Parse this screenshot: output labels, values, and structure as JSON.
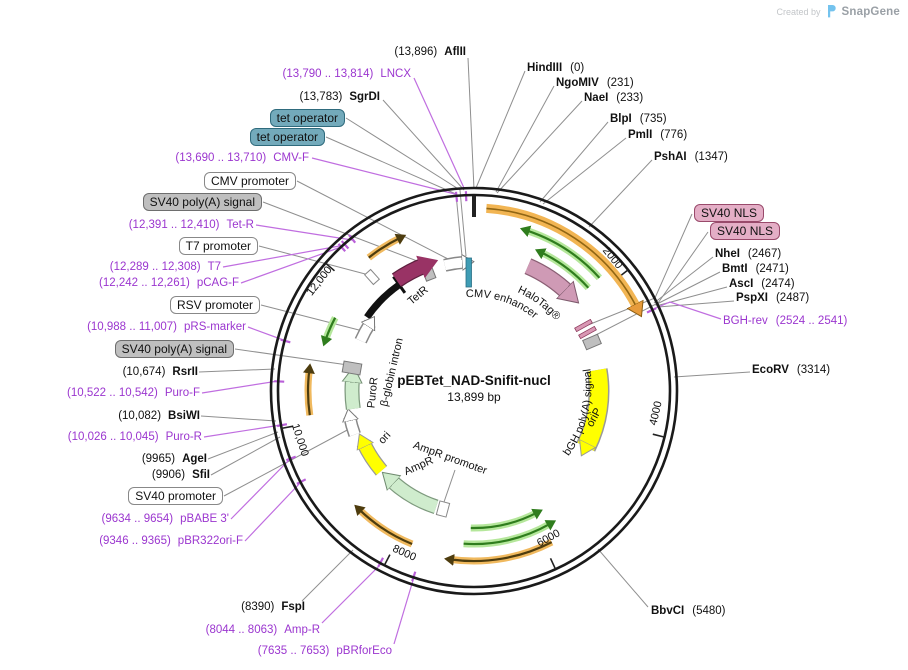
{
  "watermark": {
    "created_by": "Created by",
    "brand": "SnapGene"
  },
  "plasmid": {
    "name": "pEBTet_NAD-Snifit-nucl",
    "size": "13,899 bp"
  },
  "ticks": [
    "2000",
    "4000",
    "6000",
    "8000",
    "10,000",
    "12,000"
  ],
  "features": {
    "tetr": "TetR",
    "cmv_enhancer": "CMV enhancer",
    "halotag": "HaloTag®",
    "bgh_polya": "bGH poly(A) signal",
    "orip": "oriP",
    "beta_globin_intron": "β-globin intron",
    "puror": "PuroR",
    "ori": "ori",
    "ampr": "AmpR",
    "ampr_promoter": "AmpR promoter"
  },
  "colors": {
    "primer_text": "#9B36CF",
    "enzyme_text": "#111111",
    "tet_operator_box": "#73AABB",
    "sv40_nls_box": "#E4AEC6",
    "gray_feature_box": "#BFBFBF",
    "tetr_arrow": "#993365",
    "halotag_arrow": "#CF9AB5",
    "cds_orange": "#F2B553",
    "ori_yellow": "#FFFF00",
    "amp_green": "#CFECCD",
    "watermark_blue": "#74C3EE"
  },
  "labels": [
    {
      "pos": "(13,896)",
      "name": "AflII"
    },
    {
      "pos": "(13,790 .. 13,814)",
      "name": "LNCX"
    },
    {
      "pos": "(13,783)",
      "name": "SgrDI"
    },
    {
      "name": "tet operator"
    },
    {
      "name": "tet operator"
    },
    {
      "pos": "(13,690 .. 13,710)",
      "name": "CMV-F"
    },
    {
      "name": "CMV promoter"
    },
    {
      "name": "SV40 poly(A) signal"
    },
    {
      "pos": "(12,391 .. 12,410)",
      "name": "Tet-R"
    },
    {
      "name": "T7 promoter"
    },
    {
      "pos": "(12,289 .. 12,308)",
      "name": "T7"
    },
    {
      "pos": "(12,242 .. 12,261)",
      "name": "pCAG-F"
    },
    {
      "name": "RSV promoter"
    },
    {
      "pos": "(10,988 .. 11,007)",
      "name": "pRS-marker"
    },
    {
      "name": "SV40 poly(A) signal"
    },
    {
      "pos": "(10,674)",
      "name": "RsrII"
    },
    {
      "pos": "(10,522 .. 10,542)",
      "name": "Puro-F"
    },
    {
      "pos": "(10,082)",
      "name": "BsiWI"
    },
    {
      "pos": "(10,026 .. 10,045)",
      "name": "Puro-R"
    },
    {
      "pos": "(9965)",
      "name": "AgeI"
    },
    {
      "pos": "(9906)",
      "name": "SfiI"
    },
    {
      "name": "SV40 promoter"
    },
    {
      "pos": "(9634 .. 9654)",
      "name": "pBABE 3'"
    },
    {
      "pos": "(9346 .. 9365)",
      "name": "pBR322ori-F"
    },
    {
      "pos": "(8390)",
      "name": "FspI"
    },
    {
      "pos": "(8044 .. 8063)",
      "name": "Amp-R"
    },
    {
      "pos": "(7635 .. 7653)",
      "name": "pBRforEco"
    },
    {
      "name": "HindIII",
      "pos": "(0)"
    },
    {
      "name": "NgoMIV",
      "pos": "(231)"
    },
    {
      "name": "NaeI",
      "pos": "(233)"
    },
    {
      "name": "BlpI",
      "pos": "(735)"
    },
    {
      "name": "PmlI",
      "pos": "(776)"
    },
    {
      "name": "PshAI",
      "pos": "(1347)"
    },
    {
      "name": "SV40 NLS"
    },
    {
      "name": "SV40 NLS"
    },
    {
      "name": "NheI",
      "pos": "(2467)"
    },
    {
      "name": "BmtI",
      "pos": "(2471)"
    },
    {
      "name": "AscI",
      "pos": "(2474)"
    },
    {
      "name": "PspXI",
      "pos": "(2487)"
    },
    {
      "name": "BGH-rev",
      "pos": "(2524 .. 2541)"
    },
    {
      "name": "EcoRV",
      "pos": "(3314)"
    },
    {
      "name": "BbvCI",
      "pos": "(5480)"
    }
  ]
}
